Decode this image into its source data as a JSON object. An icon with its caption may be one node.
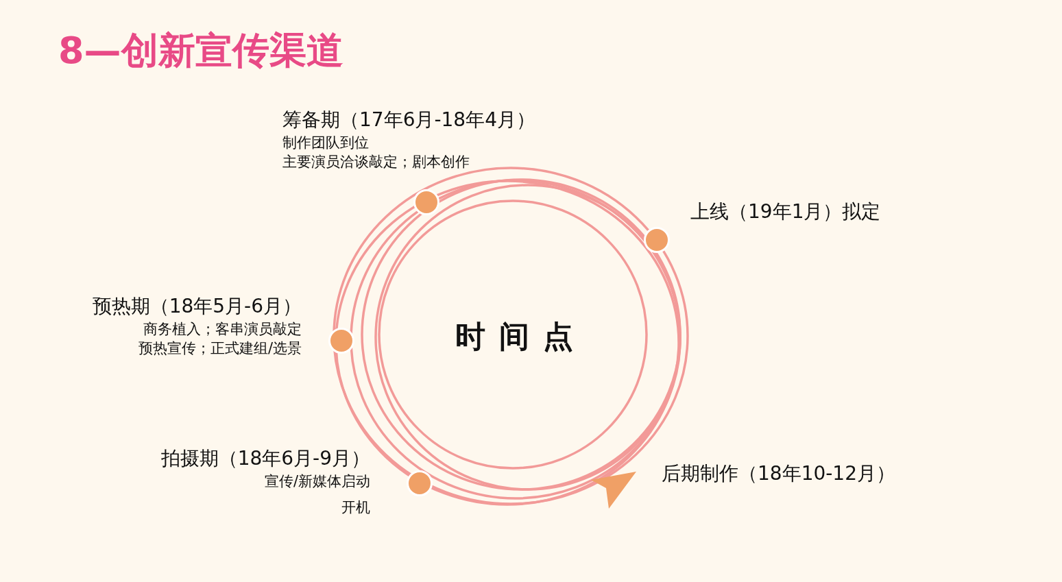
{
  "diagram": {
    "title": "8—创新宣传渠道",
    "nodes": [
      {
        "text": [
          "时间点"
        ]
      },
      {
        "text": [],
        "shape": "circle",
        "beside": [
          "筹备期（17年6月-18年4月）",
          "制作团队到位",
          "主要演员洽谈敲定；剧本创作"
        ]
      },
      {
        "text": [],
        "shape": "circle",
        "beside": [
          "上线（19年1月）拟定"
        ]
      },
      {
        "text": [],
        "shape": "circle",
        "beside": [
          "预热期（18年5月-6月）",
          "商务植入；客串演员敲定",
          "预热宣传；正式建组/选景"
        ]
      },
      {
        "text": [],
        "shape": "circle",
        "beside": [
          "拍摄期（18年6月-9月）",
          "宣传/新媒体启动",
          "开机"
        ]
      }
    ],
    "edges": [],
    "labels": [
      "后期制作（18年10-12月）"
    ]
  }
}
